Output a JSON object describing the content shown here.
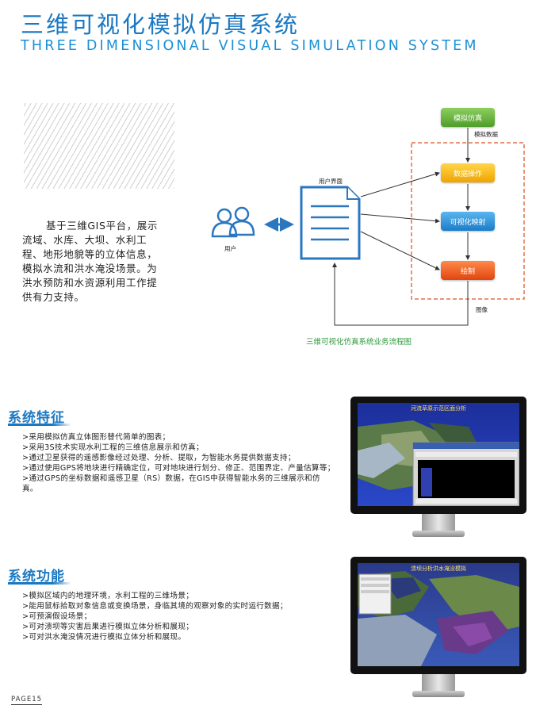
{
  "header": {
    "title_cn": "三维可视化模拟仿真系统",
    "title_en": "THREE DIMENSIONAL VISUAL SIMULATION SYSTEM"
  },
  "intro": {
    "line1": "基于三维GIS平台，展示",
    "line2": "流域、水库、大坝、水利工",
    "line3": "程、地形地貌等的立体信息，",
    "line4": "模拟水流和洪水淹没场景。为",
    "line5": "洪水预防和水资源利用工作提",
    "line6": "供有力支持。"
  },
  "flowchart": {
    "user_label": "用户",
    "ui_label": "用户界面",
    "box1": "模拟仿真",
    "sim_data_label": "模拟数据",
    "box2": "数据操作",
    "box3": "可视化映射",
    "box4": "绘制",
    "image_label": "图像",
    "caption": "三维可视化仿真系统业务流程图",
    "colors": {
      "border_dashed": "#e0704a",
      "arrow": "#333333",
      "double_arrow": "#2a77c0"
    }
  },
  "features": {
    "heading": "系统特征",
    "items": [
      ">采用模拟仿真立体图形替代简单的图表；",
      ">采用3S技术实现水利工程的三维信息展示和仿真；",
      ">通过卫星获得的遥感影像经过处理、分析、提取，为智能水务提供数据支持；",
      ">通过使用GPS将地块进行精确定位，可对地块进行划分、修正、范围界定、产量估算等；",
      ">通过GPS的坐标数据和遥感卫星（RS）数据，在GIS中获得智能水务的三维展示和仿真。"
    ],
    "screen_title": "河流草原示范区面分析"
  },
  "functions": {
    "heading": "系统功能",
    "items": [
      ">模拟区域内的地理环境，水利工程的三维场景；",
      ">能用鼠标拾取对象信息或变换场景，身临其境的观察对象的实时运行数据；",
      ">可预演假设场景；",
      ">可对溃坝等灾害后果进行模拟立体分析和展现；",
      ">可对洪水淹没情况进行模拟立体分析和展现。"
    ],
    "screen_title": "溃坝分析洪水淹没模拟"
  },
  "footer": {
    "page": "PAGE15"
  },
  "colors": {
    "primary": "#1a78c2",
    "caption_green": "#2e9a3a"
  }
}
